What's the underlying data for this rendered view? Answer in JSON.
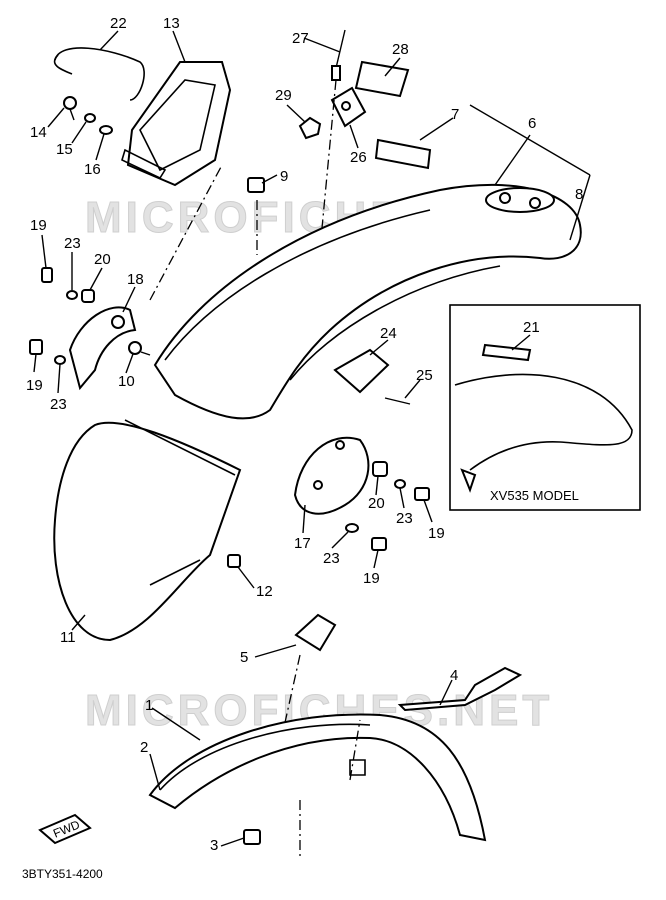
{
  "watermark": "MICROFICHES.NET",
  "inset": {
    "model_label": "XV535 MODEL"
  },
  "diagram_code": "3BTY351-4200",
  "fwd_label": "FWD",
  "callouts": [
    "22",
    "13",
    "14",
    "15",
    "16",
    "27",
    "28",
    "29",
    "26",
    "7",
    "6",
    "8",
    "9",
    "19",
    "23",
    "20",
    "18",
    "19",
    "10",
    "23",
    "24",
    "25",
    "21",
    "20",
    "23",
    "19",
    "17",
    "23",
    "19",
    "12",
    "11",
    "5",
    "4",
    "1",
    "2",
    "3"
  ]
}
